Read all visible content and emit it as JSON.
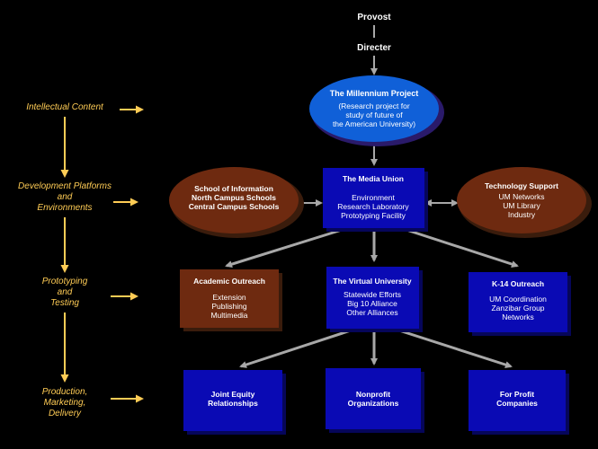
{
  "top": {
    "provost": "Provost",
    "directer": "Directer"
  },
  "stages": [
    {
      "lines": [
        "Intellectual Content"
      ]
    },
    {
      "lines": [
        "Development Platforms",
        "and",
        "Environments"
      ]
    },
    {
      "lines": [
        "Prototyping",
        "and",
        "Testing"
      ]
    },
    {
      "lines": [
        "Production,",
        "Marketing,",
        "Delivery"
      ]
    }
  ],
  "nodes": {
    "millennium": {
      "title": "The Millennium Project",
      "lines": [
        "(Research project for",
        "study of future of",
        "the American University)"
      ]
    },
    "school_info": {
      "title": "School of Information",
      "lines": [
        "North Campus Schools",
        "Central Campus Schools"
      ]
    },
    "media_union": {
      "title": "The Media Union",
      "lines": [
        "Environment",
        "Research Laboratory",
        "Prototyping Facility"
      ]
    },
    "tech_support": {
      "title": "Technology Support",
      "lines": [
        "UM Networks",
        "UM Library",
        "Industry"
      ]
    },
    "academic": {
      "title": "Academic Outreach",
      "lines": [
        "Extension",
        "Publishing",
        "Multimedia"
      ]
    },
    "virtual": {
      "title": "The Virtual University",
      "lines": [
        "Statewide Efforts",
        "Big 10 Alliance",
        "Other Alliances"
      ]
    },
    "k14": {
      "title": "K-14 Outreach",
      "lines": [
        "UM Coordination",
        "Zanzibar Group",
        "Networks"
      ]
    },
    "joint": {
      "lines": [
        "Joint Equity",
        "Relationships"
      ]
    },
    "nonprofit": {
      "lines": [
        "Nonprofit",
        "Organizations"
      ]
    },
    "forprofit": {
      "lines": [
        "For Profit",
        "Companies"
      ]
    }
  },
  "colors": {
    "blue": "#0a0ab4",
    "ellipse_blue": "#1060d8",
    "brown": "#6e2a10",
    "arrow_gray": "#a8a8a8",
    "label_yellow": "#ffcc55"
  }
}
